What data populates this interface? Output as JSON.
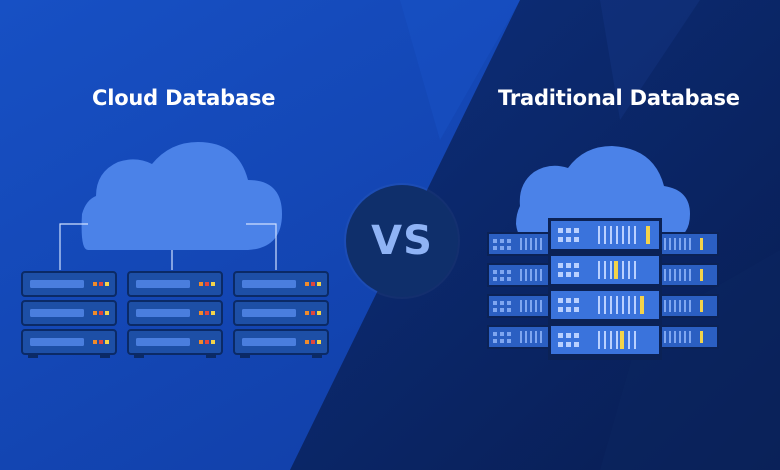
{
  "left_panel": {
    "title": "Cloud Database"
  },
  "right_panel": {
    "title": "Traditional Database"
  },
  "versus": {
    "label": "VS"
  },
  "colors": {
    "left_bg": "#1446b8",
    "right_bg": "#0a2360",
    "cloud": "#4b82e8",
    "server_body": "#1d4fa6",
    "led_orange": "#f08a2a",
    "led_red": "#e2463c",
    "led_yellow": "#f3d34a"
  }
}
